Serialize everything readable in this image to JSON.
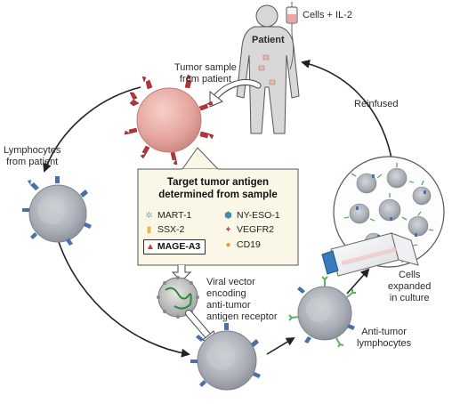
{
  "labels": {
    "patient": "Patient",
    "cells_il2": "Cells + IL-2",
    "tumor_sample": "Tumor sample\nfrom patient",
    "lymphocytes_from_patient": "Lymphocytes\nfrom patient",
    "reinfused": "Reinfused",
    "viral_vector": "Viral vector\nencoding\nanti-tumor\nantigen receptor",
    "cells_expanded": "Cells\nexpanded\nin culture",
    "anti_tumor_lymphocytes": "Anti-tumor\nlymphocytes"
  },
  "callout": {
    "title": "Target tumor antigen\ndetermined from sample",
    "antigens_left": [
      {
        "name": "MART-1",
        "icon": "star-icon",
        "color": "#9aa6b3"
      },
      {
        "name": "SSX-2",
        "icon": "tag-icon",
        "color": "#e6b93a"
      },
      {
        "name": "MAGE-A3",
        "icon": "receptor-icon",
        "color": "#c0392b"
      }
    ],
    "antigens_right": [
      {
        "name": "NY-ESO-1",
        "icon": "hexagon-icon",
        "color": "#3f8fa6"
      },
      {
        "name": "VEGFR2",
        "icon": "four-point-star-icon",
        "color": "#b04a8a"
      },
      {
        "name": "CD19",
        "icon": "circle-icon",
        "color": "#e09a30"
      }
    ]
  },
  "colors": {
    "cell_gray": "#a9adb5",
    "tumor_pink": "#e4a49e",
    "receptor_red": "#b8343a",
    "receptor_blue": "#4b6fa8",
    "receptor_green": "#5fae6a",
    "patient_gray": "#d8d8d8",
    "arrow": "#222222"
  }
}
